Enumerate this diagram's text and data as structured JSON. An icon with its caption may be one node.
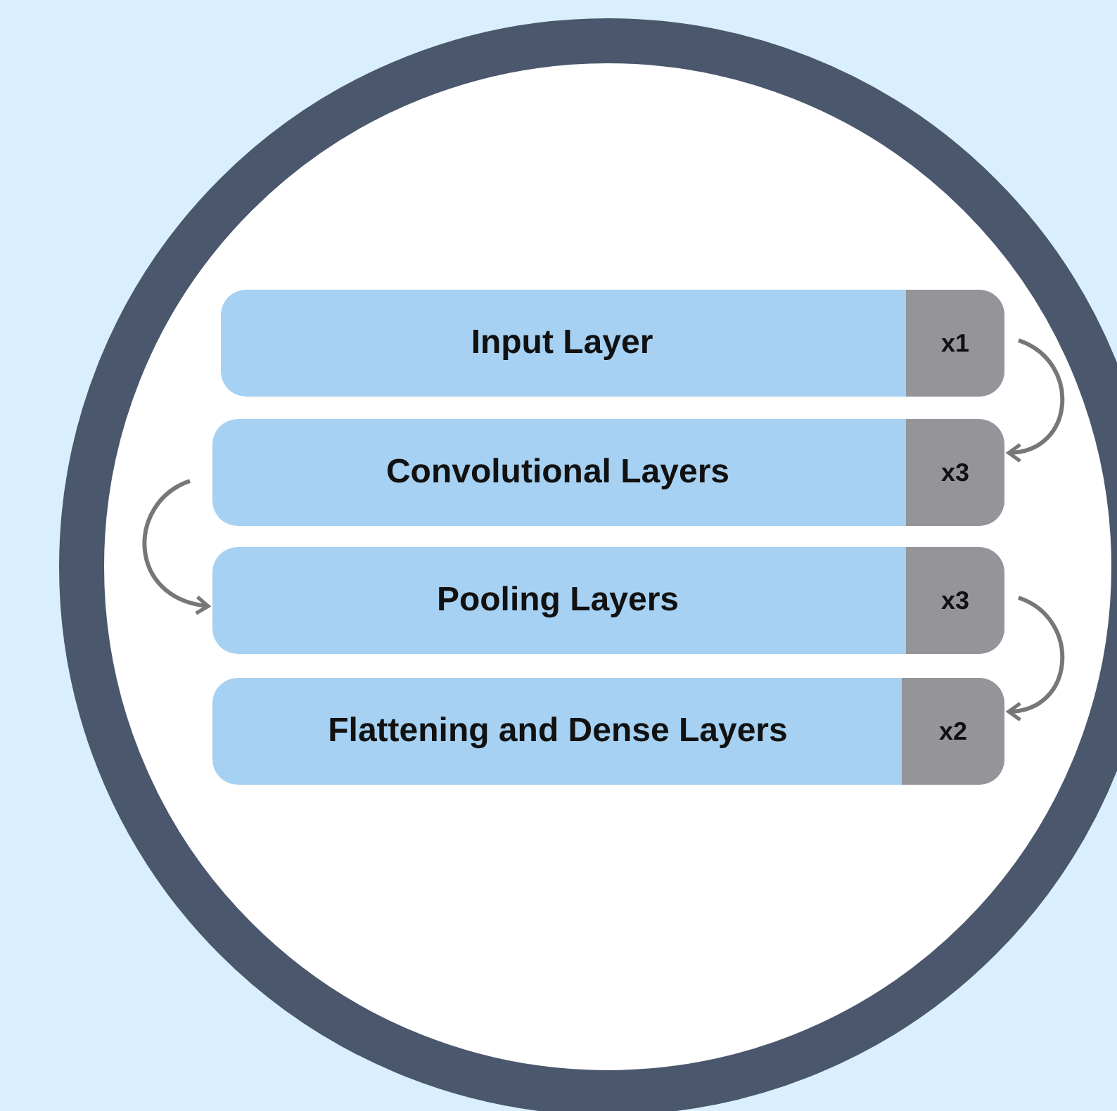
{
  "diagram": {
    "nodes": [
      {
        "text": [
          "Input Layer"
        ]
      },
      {
        "text": [
          "x1"
        ],
        "in": 0
      },
      {
        "text": [
          "Convolutional Layers"
        ]
      },
      {
        "text": [
          "x3"
        ],
        "in": 2
      },
      {
        "text": [
          "Pooling Layers"
        ]
      },
      {
        "text": [
          "x3"
        ],
        "in": 4
      },
      {
        "text": [
          "Flattening and Dense Layers"
        ]
      },
      {
        "text": [
          "x2"
        ],
        "in": 6
      }
    ],
    "edges": [
      {
        "from": 1,
        "to": 3,
        "arrow": "to"
      },
      {
        "from": 2,
        "to": 4,
        "arrow": "to"
      },
      {
        "from": 5,
        "to": 7,
        "arrow": "to"
      }
    ]
  }
}
